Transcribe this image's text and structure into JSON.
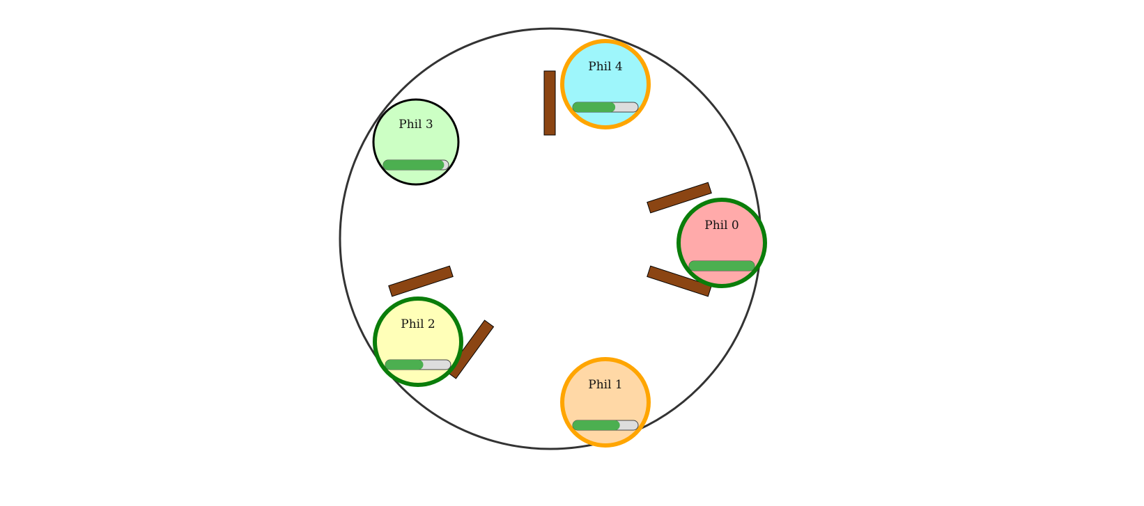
{
  "philosophers": [
    {
      "id": 0,
      "label": "Phil 0",
      "fill": "#ffaaaa",
      "border": "#0a7d0a",
      "state": "eating",
      "progress": 1.0
    },
    {
      "id": 1,
      "label": "Phil 1",
      "fill": "#ffd8a6",
      "border": "#ffa500",
      "state": "hungry",
      "progress": 0.72
    },
    {
      "id": 2,
      "label": "Phil 2",
      "fill": "#ffffb8",
      "border": "#0a7d0a",
      "state": "eating",
      "progress": 0.58
    },
    {
      "id": 3,
      "label": "Phil 3",
      "fill": "#ccffc4",
      "border": "#000000",
      "state": "thinking",
      "progress": 0.93
    },
    {
      "id": 4,
      "label": "Phil 4",
      "fill": "#9ef6fb",
      "border": "#ffa500",
      "state": "hungry",
      "progress": 0.65
    }
  ],
  "colors": {
    "table_stroke": "#333333",
    "fork": "#8b4513",
    "progress_fill": "#4caf50",
    "progress_track": "#dddddd"
  },
  "icons": {
    "fork": "chopstick-bar"
  }
}
